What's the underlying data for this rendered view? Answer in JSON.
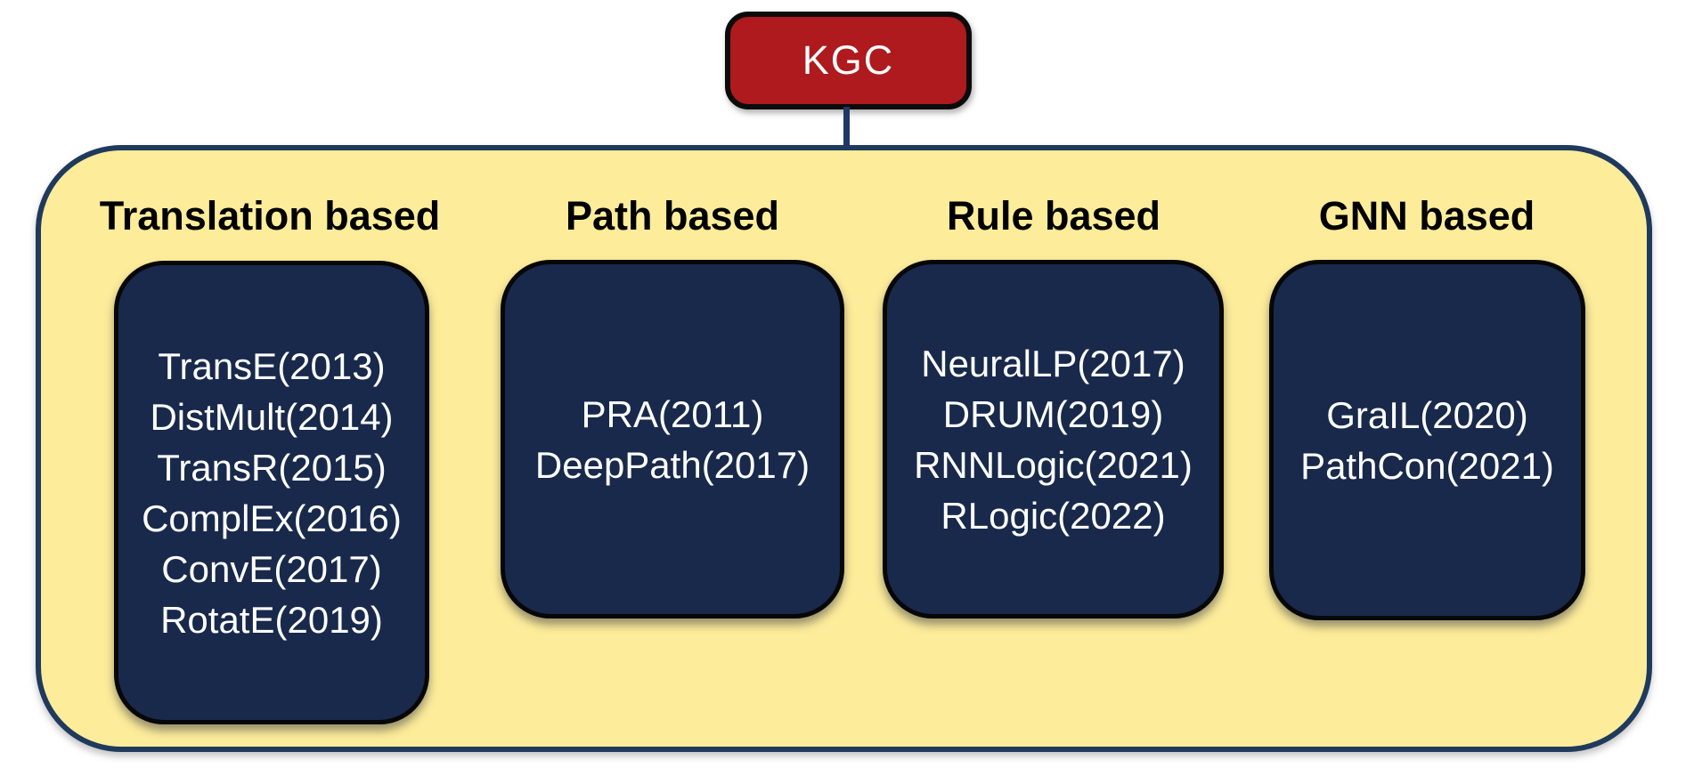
{
  "diagram": {
    "root": {
      "label": "KGC"
    },
    "categories": [
      {
        "title": "Translation based",
        "items": [
          "TransE(2013)",
          "DistMult(2014)",
          "TransR(2015)",
          "ComplEx(2016)",
          "ConvE(2017)",
          "RotatE(2019)"
        ]
      },
      {
        "title": "Path based",
        "items": [
          "PRA(2011)",
          "DeepPath(2017)"
        ]
      },
      {
        "title": "Rule based",
        "items": [
          "NeuralLP(2017)",
          "DRUM(2019)",
          "RNNLogic(2021)",
          "RLogic(2022)"
        ]
      },
      {
        "title": "GNN based",
        "items": [
          "GraIL(2020)",
          "PathCon(2021)"
        ]
      }
    ],
    "colors": {
      "root_fill": "#AE1A1D",
      "root_border": "#0B0B0B",
      "root_text": "#FFFFFF",
      "container_fill": "#FDEC9A",
      "container_border": "#1F3A5C",
      "box_fill": "#18294B",
      "box_border": "#070707",
      "box_text": "#FFFFFF",
      "connector": "#1F3864",
      "title_text": "#000000"
    }
  }
}
